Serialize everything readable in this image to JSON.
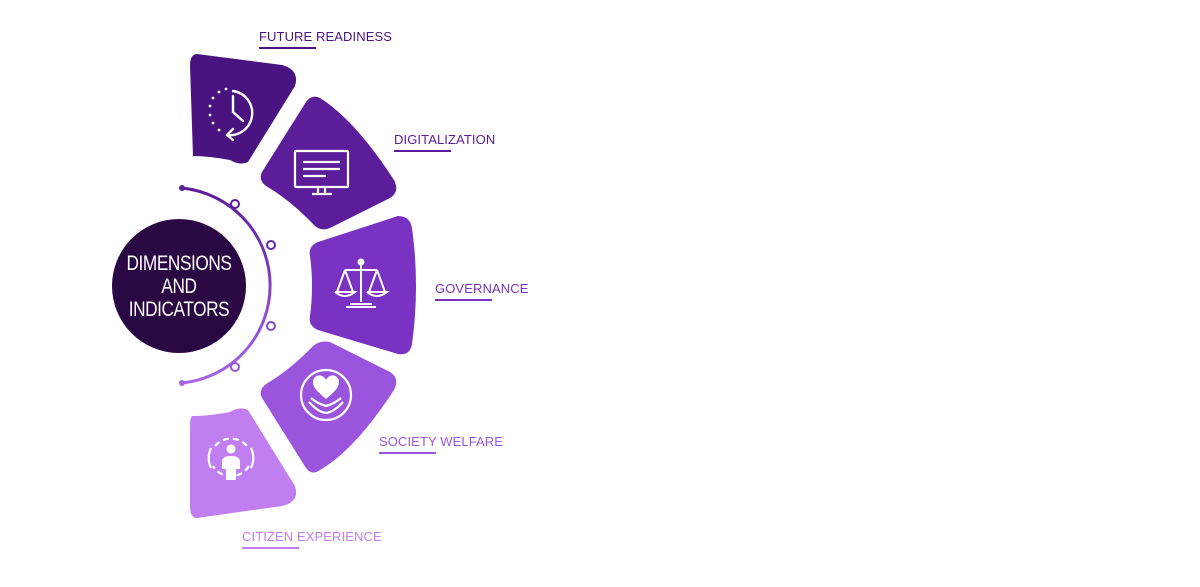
{
  "center": {
    "lines": [
      "DIMENSIONS",
      "AND",
      "INDICATORS"
    ],
    "color": "#2a0844"
  },
  "dimensions": [
    {
      "label": "FUTURE READINESS",
      "icon": "clock-history-icon",
      "color": "#4a1480"
    },
    {
      "label": "DIGITALIZATION",
      "icon": "monitor-icon",
      "color": "#5c1d9a"
    },
    {
      "label": "GOVERNANCE",
      "icon": "scales-icon",
      "color": "#7a32c2"
    },
    {
      "label": "SOCIETY WELFARE",
      "icon": "heart-hand-icon",
      "color": "#9b55dc"
    },
    {
      "label": "CITIZEN EXPERIENCE",
      "icon": "person-target-icon",
      "color": "#c07ef0"
    }
  ]
}
